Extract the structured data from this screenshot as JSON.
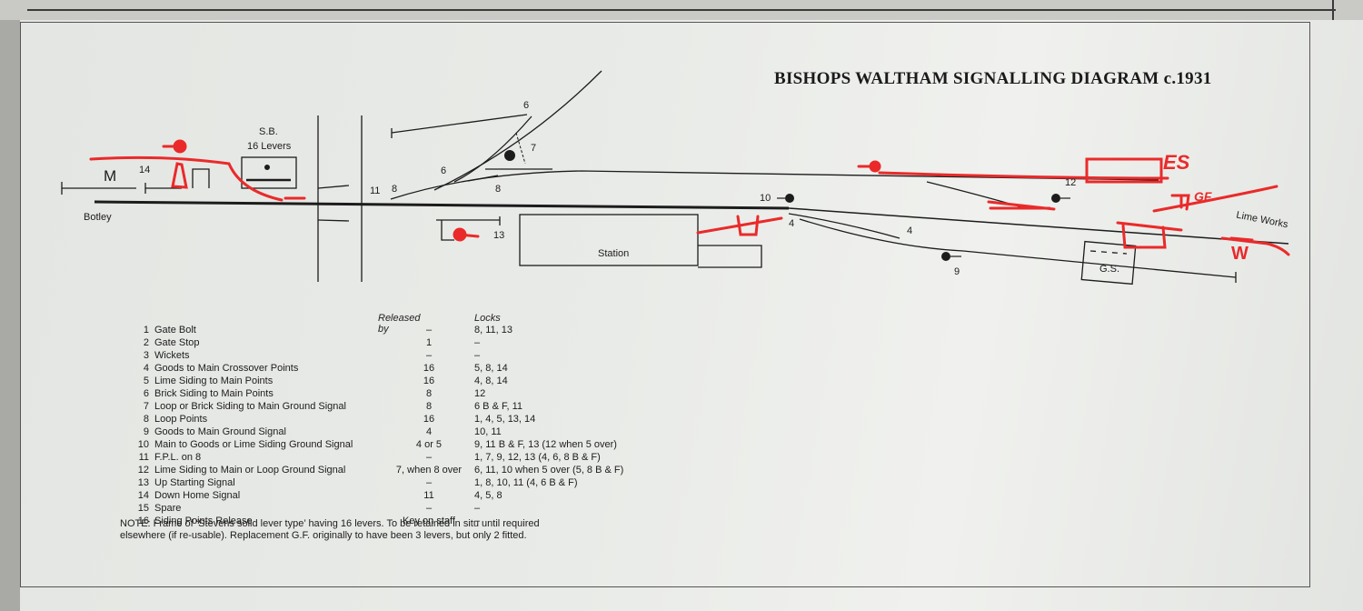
{
  "title": "BISHOPS WALTHAM SIGNALLING DIAGRAM c.1931",
  "diagram": {
    "signal_box": {
      "name": "S.B.",
      "levers": "16 Levers"
    },
    "place_labels": {
      "botley": "Botley",
      "lime_works": "Lime Works",
      "station": "Station",
      "goods_shed": "G.S."
    },
    "lever_numbers": {
      "n14": "14",
      "n11": "11",
      "n8a": "8",
      "n8b": "8",
      "n6a": "6",
      "n6b": "6",
      "n7": "7",
      "n13": "13",
      "n10": "10",
      "n4a": "4",
      "n4b": "4",
      "n12": "12",
      "n9": "9"
    },
    "m_symbol": "M"
  },
  "annotations": {
    "es": "ES",
    "gf": "GF",
    "w": "W"
  },
  "table": {
    "headers": {
      "released_by": "Released by",
      "locks": "Locks"
    },
    "rows": [
      {
        "num": "1",
        "function": "Gate Bolt",
        "released_by": "–",
        "locks": "8, 11, 13"
      },
      {
        "num": "2",
        "function": "Gate Stop",
        "released_by": "1",
        "locks": "–"
      },
      {
        "num": "3",
        "function": "Wickets",
        "released_by": "–",
        "locks": "–"
      },
      {
        "num": "4",
        "function": "Goods to Main Crossover Points",
        "released_by": "16",
        "locks": "5, 8, 14"
      },
      {
        "num": "5",
        "function": "Lime Siding to Main Points",
        "released_by": "16",
        "locks": "4, 8, 14"
      },
      {
        "num": "6",
        "function": "Brick Siding to Main Points",
        "released_by": "8",
        "locks": "12"
      },
      {
        "num": "7",
        "function": "Loop or Brick Siding to Main Ground Signal",
        "released_by": "8",
        "locks": "6 B & F, 11"
      },
      {
        "num": "8",
        "function": "Loop Points",
        "released_by": "16",
        "locks": "1, 4, 5, 13, 14"
      },
      {
        "num": "9",
        "function": "Goods to Main Ground Signal",
        "released_by": "4",
        "locks": "10, 11"
      },
      {
        "num": "10",
        "function": "Main to Goods or Lime Siding Ground Signal",
        "released_by": "4 or 5",
        "locks": "9, 11 B & F, 13 (12 when 5 over)"
      },
      {
        "num": "11",
        "function": "F.P.L. on 8",
        "released_by": "–",
        "locks": "1, 7, 9, 12, 13 (4, 6, 8 B & F)"
      },
      {
        "num": "12",
        "function": "Lime Siding to Main or Loop Ground Signal",
        "released_by": "7, when 8 over",
        "locks": "6, 11, 10 when 5 over (5, 8 B & F)"
      },
      {
        "num": "13",
        "function": "Up Starting Signal",
        "released_by": "–",
        "locks": "1, 8, 10, 11 (4, 6 B & F)"
      },
      {
        "num": "14",
        "function": "Down Home Signal",
        "released_by": "11",
        "locks": "4, 5, 8"
      },
      {
        "num": "15",
        "function": "Spare",
        "released_by": "–",
        "locks": "–"
      },
      {
        "num": "16",
        "function": "Siding Points Release",
        "released_by": "Key on staff",
        "locks": "–"
      }
    ]
  },
  "note": {
    "line1": "NOTE: Frame of ‘Stevens solid lever type’ having 16 levers. To be retained in situ until required",
    "line2": "elsewhere (if re-usable). Replacement G.F. originally to have been 3 levers, but only 2 fitted."
  },
  "colors": {
    "ink": "#1c1c1c",
    "annotation_red": "#ea2a2a",
    "paper": "#e9ebe8"
  }
}
